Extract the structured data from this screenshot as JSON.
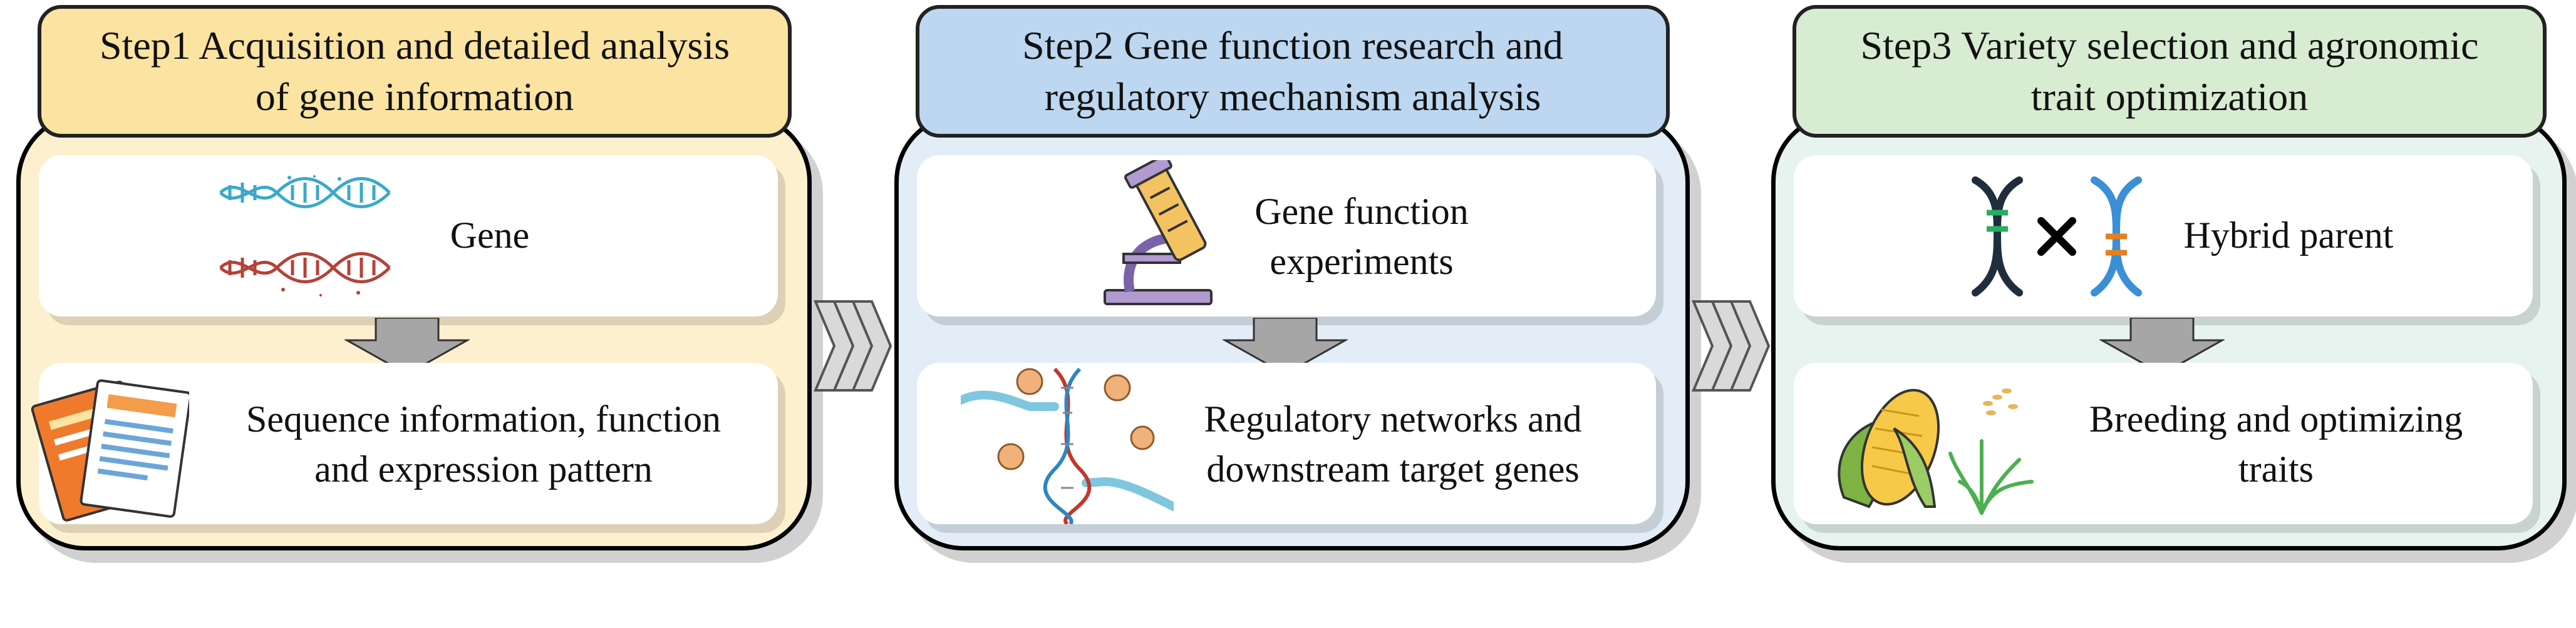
{
  "colors": {
    "step1_title": "#fbe3a2",
    "step1_body": "#fdf0cf",
    "step2_title": "#bcd7ef",
    "step2_body": "#e2edf7",
    "step3_title": "#d7ecd1",
    "step3_body": "#e6f3ee",
    "arrow_gray": "#a6a6a6",
    "dna_blue": "#3aa9c9",
    "dna_red": "#b5413a"
  },
  "steps": [
    {
      "title": "Step1 Acquisition and detailed analysis\nof gene information",
      "top_card": {
        "label": "Gene",
        "icon": "dna-strands-icon"
      },
      "bottom_card": {
        "label": "Sequence information, function\nand expression pattern",
        "icon": "documents-icon"
      }
    },
    {
      "title": "Step2 Gene function research and\nregulatory mechanism analysis",
      "top_card": {
        "label": "Gene function\nexperiments",
        "icon": "microscope-icon"
      },
      "bottom_card": {
        "label": "Regulatory networks and\ndownstream target genes",
        "icon": "regulatory-network-icon"
      }
    },
    {
      "title": "Step3 Variety selection and agronomic\ntrait optimization",
      "top_card": {
        "label": "Hybrid parent",
        "icon": "dna-cross-icon"
      },
      "bottom_card": {
        "label": "Breeding and optimizing\ntraits",
        "icon": "corn-rice-icon"
      }
    }
  ]
}
